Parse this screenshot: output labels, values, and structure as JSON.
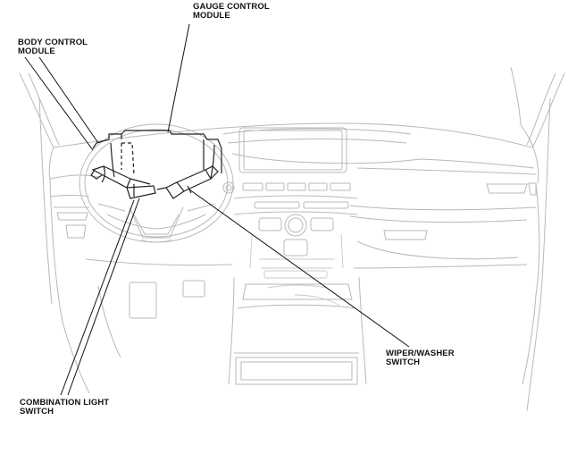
{
  "callouts": {
    "gauge_control_module": {
      "line1": "GAUGE CONTROL",
      "line2": "MODULE"
    },
    "body_control_module": {
      "line1": "BODY CONTROL",
      "line2": "MODULE"
    },
    "wiper_washer_switch": {
      "line1": "WIPER/WASHER",
      "line2": "SWITCH"
    },
    "combination_light_switch": {
      "line1": "COMBINATION LIGHT",
      "line2": "SWITCH"
    }
  }
}
